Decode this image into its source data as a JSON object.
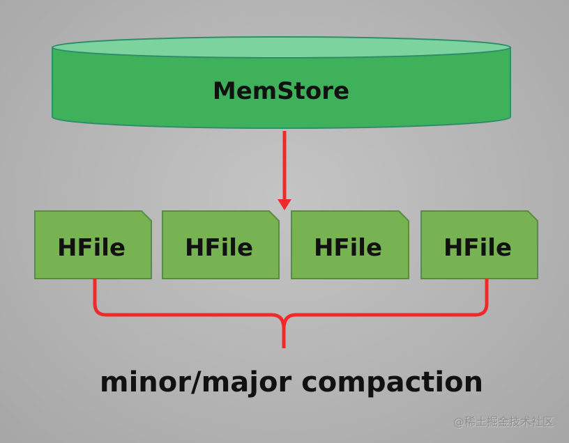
{
  "memstore": {
    "label": "MemStore"
  },
  "hfiles": [
    {
      "label": "HFile"
    },
    {
      "label": "HFile"
    },
    {
      "label": "HFile"
    },
    {
      "label": "HFile"
    }
  ],
  "caption": "minor/major compaction",
  "watermark": "@稀土掘金技术社区",
  "colors": {
    "cylinder_body": "#3fb15a",
    "cylinder_top": "#7dd39d",
    "hfile": "#77b253",
    "arrow": "#f02a2a"
  }
}
